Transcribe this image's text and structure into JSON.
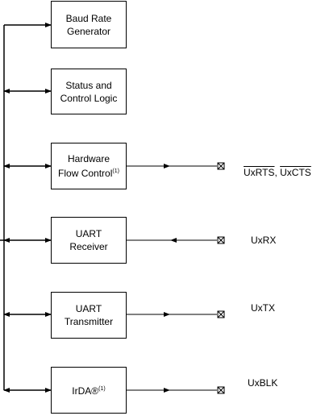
{
  "blocks": {
    "baud": {
      "line1": "Baud Rate",
      "line2": "Generator"
    },
    "status": {
      "line1": "Status and",
      "line2": "Control Logic"
    },
    "flow": {
      "line1": "Hardware",
      "line2": "Flow Control",
      "note": "(1)"
    },
    "receiver": {
      "line1": "UART",
      "line2": "Receiver"
    },
    "transmit": {
      "line1": "UART",
      "line2": "Transmitter"
    },
    "irda": {
      "line1": "IrDA®",
      "note": "(1)"
    }
  },
  "signals": {
    "rts": "UxRTS",
    "sep": ", ",
    "cts": "UxCTS",
    "rx": "UxRX",
    "tx": "UxTX",
    "blk": "UxBLK"
  }
}
